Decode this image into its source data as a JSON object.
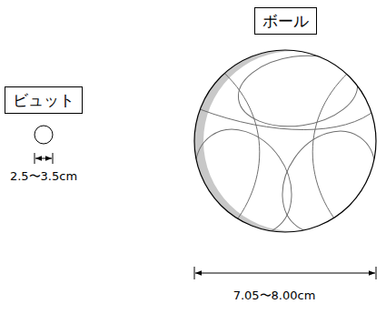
{
  "diagram": {
    "nodes": [
      {
        "text": [
          "ビュット"
        ]
      },
      {
        "text": [
          "ボール"
        ]
      }
    ],
    "labels": [
      "2.5〜3.5cm",
      "7.05〜8.00cm"
    ]
  }
}
